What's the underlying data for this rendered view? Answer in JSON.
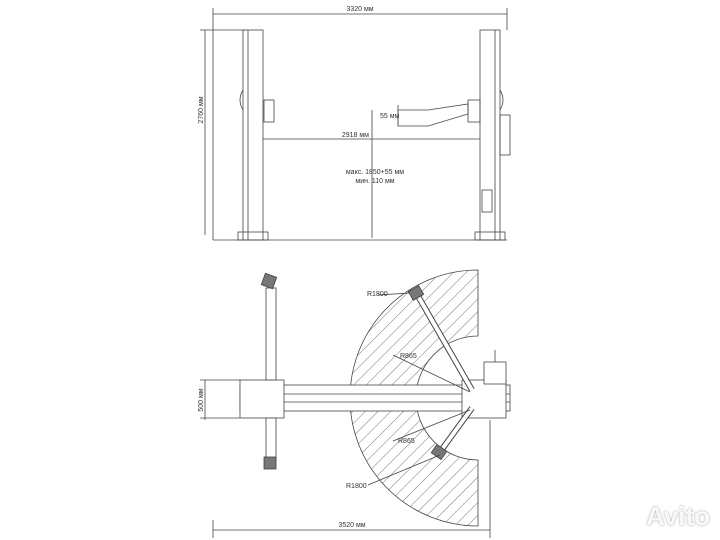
{
  "front_view": {
    "width_label": "3320 мм",
    "height_label": "2760 мм",
    "arm_height_label": "55 мм",
    "inner_width_label": "2918 мм",
    "lift_max_label": "макс. 1850+55 мм",
    "lift_min_label": "мин. 110 мм"
  },
  "top_view": {
    "outer_radius_top": "R1800",
    "inner_radius_top": "R865",
    "inner_radius_bottom": "R865",
    "outer_radius_bottom": "R1800",
    "depth_label": "500 мм",
    "length_label": "3520 мм"
  },
  "watermark": "Avito",
  "colors": {
    "line": "#444444",
    "hatch": "#555555",
    "watermark": "#ffffff"
  }
}
